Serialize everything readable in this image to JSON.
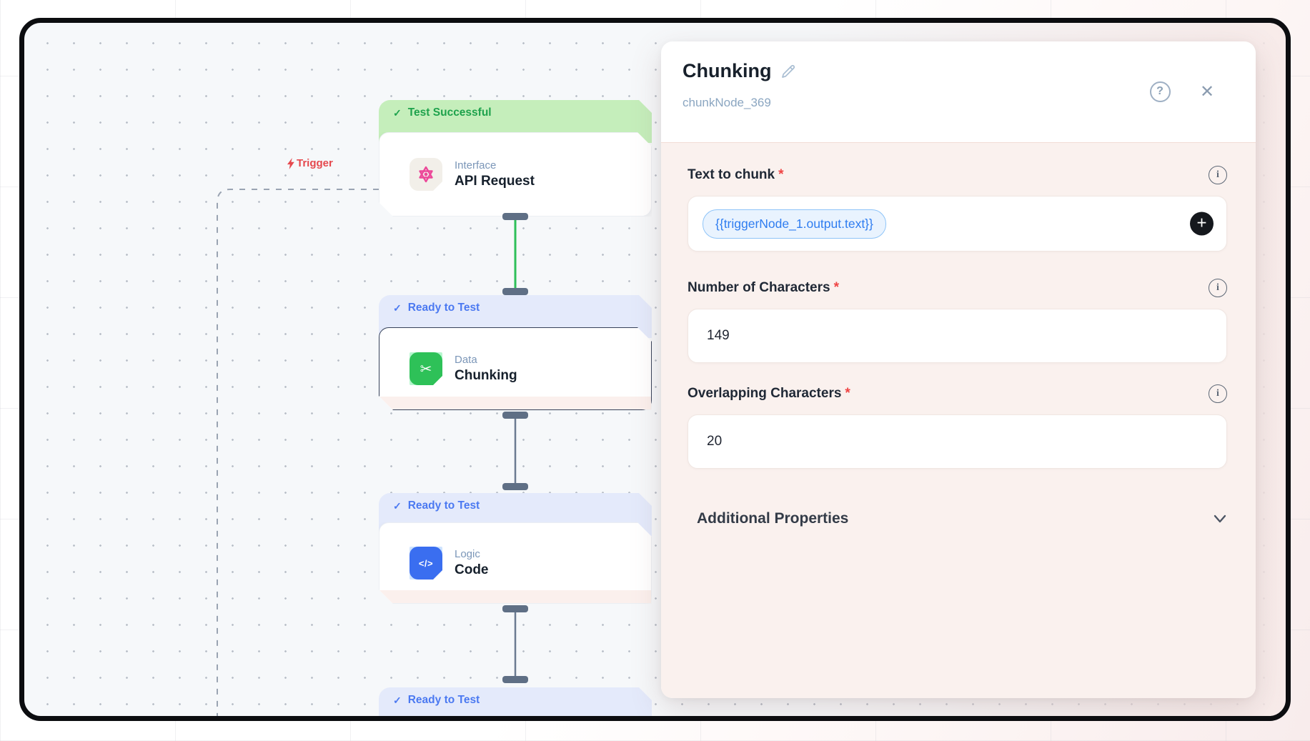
{
  "icons": {
    "check": "✓",
    "close": "✕",
    "help": "?",
    "info": "i",
    "plus": "+",
    "code_glyph": "</>",
    "scissors": "✂"
  },
  "canvas": {
    "trigger_label": "Trigger",
    "nodes": [
      {
        "status": "Test Successful",
        "category": "Interface",
        "title": "API Request"
      },
      {
        "status": "Ready to Test",
        "category": "Data",
        "title": "Chunking"
      },
      {
        "status": "Ready to Test",
        "category": "Logic",
        "title": "Code"
      },
      {
        "status": "Ready to Test"
      }
    ]
  },
  "panel": {
    "title": "Chunking",
    "subtitle": "chunkNode_369",
    "fields": [
      {
        "label": "Text to chunk",
        "required": "*",
        "token": "{{triggerNode_1.output.text}}"
      },
      {
        "label": "Number of Characters",
        "required": "*",
        "value": "149"
      },
      {
        "label": "Overlapping Characters",
        "required": "*",
        "value": "20"
      }
    ],
    "section_label": "Additional Properties"
  },
  "colors": {
    "success": "#1ea24c",
    "ready": "#4b79f1",
    "accent_red": "#e5484d",
    "token_blue": "#2f7df0",
    "node_green": "#2ec158",
    "node_blue": "#3a6ef0",
    "node_pink": "#ec4899"
  }
}
